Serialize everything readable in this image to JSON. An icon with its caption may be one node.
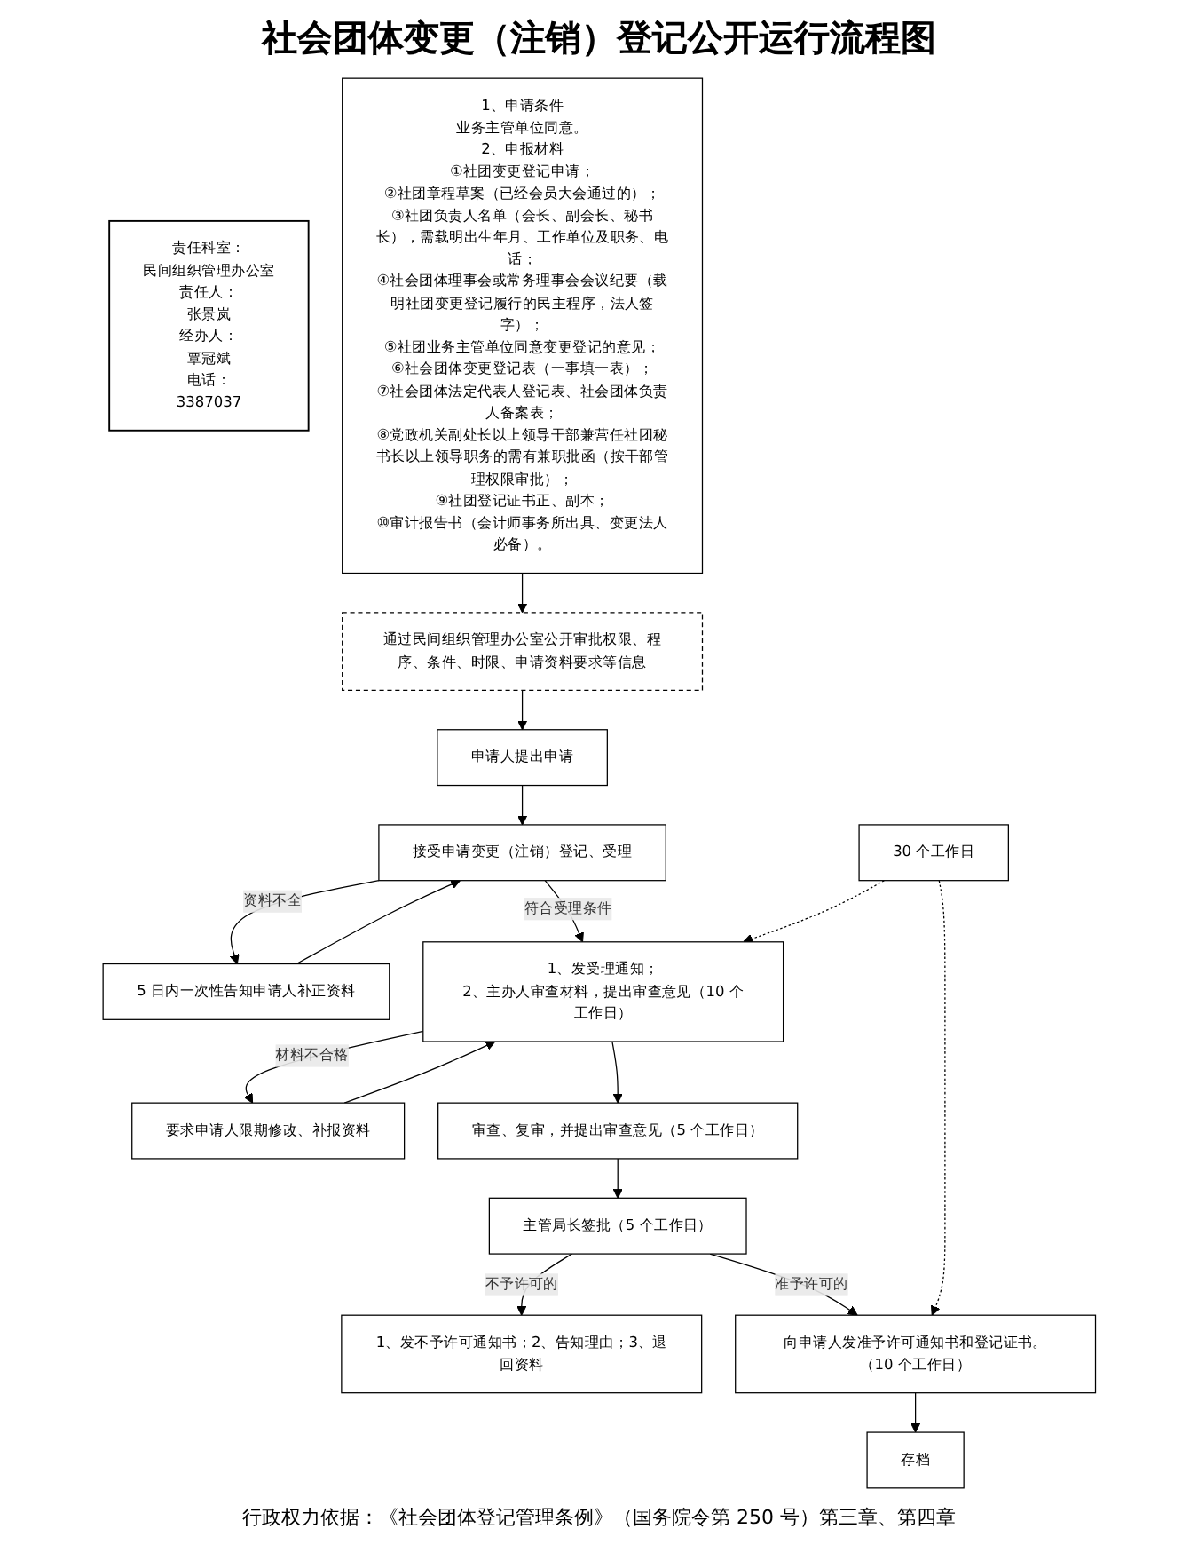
{
  "diagram": {
    "title": "社会团体变更（注销）登记公开运行流程图",
    "caption": "行政权力依据：《社会团体登记管理条例》（国务院令第 250 号）第三章、第四章",
    "nodes": [
      {
        "text": [
          "申请人提出申请"
        ]
      },
      {
        "text": [
          "通过民间组织管理办公室公开审批权限、程序、条件、时限、申请资料要求等信息"
        ]
      },
      {
        "text": [
          "5 日内一次性告知申请人补正资料"
        ]
      },
      {
        "text": [
          "接受申请变更（注销）登记、受理"
        ]
      },
      {
        "text": [
          "要求申请人限期修改、补报资料"
        ]
      },
      {
        "text": [
          "1、发受理通知；",
          "2、主办人审查材料，提出审查意见（10 个工作日）"
        ]
      },
      {
        "text": [
          "责任科室：",
          "民间组织管理办公室",
          "责任人：",
          "张景岚",
          "经办人：",
          "覃冠斌",
          "电话：",
          "3387037"
        ]
      },
      {
        "text": [
          "审查、复审，并提出审查意见（5 个工作日）"
        ]
      },
      {
        "text": [
          "主管局长签批（5 个工作日）"
        ]
      },
      {
        "text": [
          "1、发不予许可通知书；2、告知理由；3、退回资料"
        ]
      },
      {
        "text": [
          "向申请人发准予许可通知书和登记证书。（10 个工作日）"
        ]
      },
      {
        "text": [
          "存档"
        ]
      },
      {
        "text": [
          "30 个工作日"
        ]
      },
      {
        "text": [
          "1、申请条件",
          "业务主管单位同意。",
          "2、申报材料",
          "①社团变更登记申请；",
          "②社团章程草案（已经会员大会通过的）；",
          "③社团负责人名单（会长、副会长、秘书长），需载明出生年月、工作单位及职务、电话；",
          "④社会团体理事会或常务理事会会议纪要（载明社团变更登记履行的民主程序，法人签字）；",
          "⑤社团业务主管单位同意变更登记的意见；",
          "⑥社会团体变更登记表（一事填一表）；",
          "⑦社会团体法定代表人登记表、社会团体负责人备案表；",
          "⑧党政机关副处长以上领导干部兼营任社团秘书长以上领导职务的需有兼职批函（按干部管理权限审批）；",
          "⑨社团登记证书正、副本；",
          "⑩审计报告书（会计师事务所出具、变更法人必备）。"
        ]
      }
    ],
    "edges": [
      {
        "from": 1,
        "to": 0,
        "arrow": "to"
      },
      {
        "from": 0,
        "to": 3,
        "arrow": "to"
      },
      {
        "from": 3,
        "to": 2,
        "arrow": "to",
        "label": "资料不全"
      },
      {
        "from": 2,
        "to": 3,
        "arrow": "to"
      },
      {
        "from": 3,
        "to": 5,
        "arrow": "to",
        "label": "符合受理条件"
      },
      {
        "from": 5,
        "to": 4,
        "arrow": "to",
        "label": "材料不合格"
      },
      {
        "from": 4,
        "to": 5,
        "arrow": "to"
      },
      {
        "from": 5,
        "to": 7,
        "arrow": "to"
      },
      {
        "from": 7,
        "to": 8,
        "arrow": "to"
      },
      {
        "from": 8,
        "to": 9,
        "arrow": "to",
        "label": "不予许可的"
      },
      {
        "from": 8,
        "to": 10,
        "arrow": "to",
        "label": "准予许可的"
      },
      {
        "from": 10,
        "to": 11,
        "arrow": "to"
      },
      {
        "from": 12,
        "to": 5,
        "arrow": "to",
        "style": "dashed"
      },
      {
        "from": 12,
        "to": 10,
        "arrow": "to",
        "style": "dashed"
      },
      {
        "from": 13,
        "to": 1,
        "arrow": "to"
      }
    ]
  }
}
